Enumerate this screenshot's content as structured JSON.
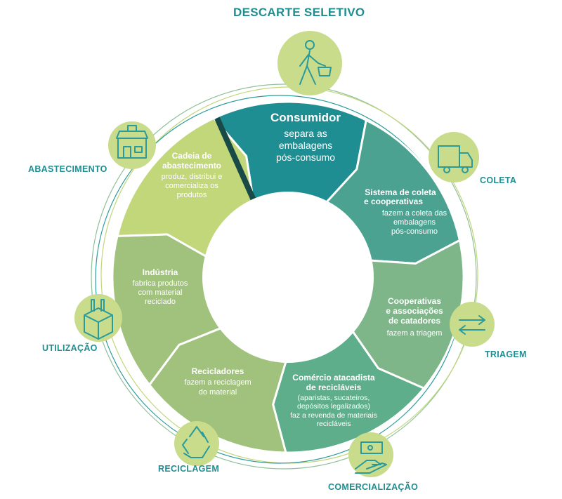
{
  "header": {
    "title": "DESCARTE SELETIVO"
  },
  "colors": {
    "teal_dark": "#1f8e92",
    "teal_mid": "#4ba290",
    "green_mid": "#7fb689",
    "green_sea": "#5fae8b",
    "green_light": "#a0c27d",
    "lime": "#c2d67a",
    "badge": "#c8dc8c",
    "label_teal": "#1f8e92"
  },
  "stages": [
    {
      "id": "consumidor",
      "title": "Consumidor",
      "lines": [
        "separa as",
        "embalagens",
        "pós-consumo"
      ],
      "icon": "shopper-with-basket-icon",
      "badge_label": "DESCARTE SELETIVO"
    },
    {
      "id": "coleta",
      "title_lines": [
        "Sistema de coleta",
        "e cooperativas"
      ],
      "lines": [
        "fazem a coleta das",
        "embalagens",
        "pós-consumo"
      ],
      "icon": "truck-icon",
      "badge_label": "COLETA"
    },
    {
      "id": "triagem",
      "title_lines": [
        "Cooperativas",
        "e associações",
        "de catadores"
      ],
      "lines": [
        "fazem a triagem"
      ],
      "icon": "exchange-arrows-icon",
      "badge_label": "TRIAGEM"
    },
    {
      "id": "comercializacao",
      "title_lines": [
        "Comércio atacadista",
        "de recicláveis"
      ],
      "lines": [
        "(aparistas, sucateiros,",
        "depósitos legalizados)",
        "faz a revenda de materiais",
        "recicláveis"
      ],
      "icon": "money-hand-icon",
      "badge_label": "COMERCIALIZAÇÃO"
    },
    {
      "id": "reciclagem",
      "title_lines": [
        "Recicladores"
      ],
      "lines": [
        "fazem a reciclagem",
        "do material"
      ],
      "icon": "recycle-icon",
      "badge_label": "RECICLAGEM"
    },
    {
      "id": "utilizacao",
      "title_lines": [
        "Indústria"
      ],
      "lines": [
        "fabrica produtos",
        "com material",
        "reciclado"
      ],
      "icon": "box-bottles-icon",
      "badge_label": "UTILIZAÇÃO"
    },
    {
      "id": "abastecimento",
      "title_lines": [
        "Cadeia de",
        "abastecimento"
      ],
      "lines": [
        "produz, distribui e",
        "comercializa os",
        "produtos"
      ],
      "icon": "store-icon",
      "badge_label": "ABASTECIMENTO"
    }
  ]
}
